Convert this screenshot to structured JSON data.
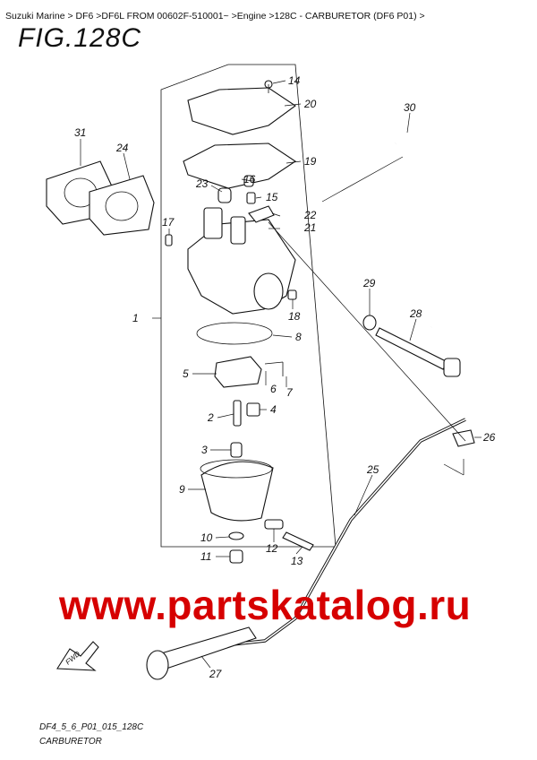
{
  "breadcrumb": {
    "text": "Suzuki Marine > DF6 >DF6L FROM 00602F-510001~ >Engine >128C - CARBURETOR (DF6 P01) >"
  },
  "figure": {
    "title": "FIG.128C",
    "code": "DF4_5_6_P01_015_128C",
    "name": "CARBURETOR"
  },
  "watermark": "www.partskatalog.ru",
  "fwd_label": "FWD",
  "callouts": [
    "1",
    "2",
    "3",
    "4",
    "5",
    "6",
    "7",
    "8",
    "9",
    "10",
    "11",
    "12",
    "13",
    "14",
    "15",
    "16",
    "17",
    "18",
    "19",
    "20",
    "21",
    "22",
    "23",
    "24",
    "25",
    "26",
    "27",
    "28",
    "29",
    "30",
    "31"
  ]
}
